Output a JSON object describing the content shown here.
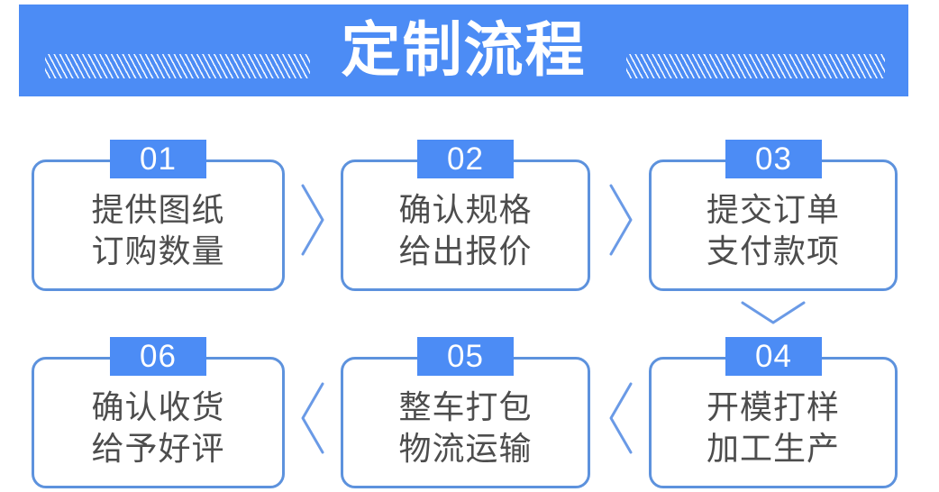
{
  "header": {
    "title": "定制流程",
    "background_color": "#4c8cf5",
    "title_color": "#ffffff",
    "hatch_pattern": "diagonal-stripes"
  },
  "theme": {
    "accent_blue": "#4c8cf5",
    "border_blue": "#5d92dd",
    "text_gray": "#4d4d4d",
    "page_background": "#ffffff"
  },
  "flow": {
    "steps": [
      {
        "number": "01",
        "line1": "提供图纸",
        "line2": "订购数量"
      },
      {
        "number": "02",
        "line1": "确认规格",
        "line2": "给出报价"
      },
      {
        "number": "03",
        "line1": "提交订单",
        "line2": "支付款项"
      },
      {
        "number": "04",
        "line1": "开模打样",
        "line2": "加工生产"
      },
      {
        "number": "05",
        "line1": "整车打包",
        "line2": "物流运输"
      },
      {
        "number": "06",
        "line1": "确认收货",
        "line2": "给予好评"
      }
    ],
    "connectors": [
      {
        "name": "chevron-right-icon",
        "from": "01",
        "to": "02"
      },
      {
        "name": "chevron-right-icon",
        "from": "02",
        "to": "03"
      },
      {
        "name": "chevron-down-icon",
        "from": "03",
        "to": "04"
      },
      {
        "name": "chevron-left-icon",
        "from": "04",
        "to": "05"
      },
      {
        "name": "chevron-left-icon",
        "from": "05",
        "to": "06"
      }
    ]
  }
}
